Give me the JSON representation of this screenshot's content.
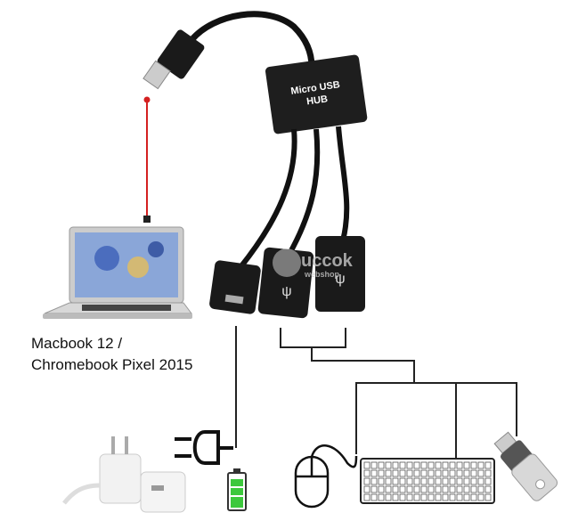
{
  "hub": {
    "line1": "Micro USB",
    "line2": "HUB"
  },
  "laptop": {
    "caption_line1": "Macbook 12 /",
    "caption_line2": "Chromebook Pixel 2015"
  },
  "watermark": {
    "brand": "uccok",
    "sub": "webshop"
  },
  "colors": {
    "cable": "#111111",
    "link": "#d42020",
    "battery": "#3cc83c",
    "wire": "#222222"
  }
}
